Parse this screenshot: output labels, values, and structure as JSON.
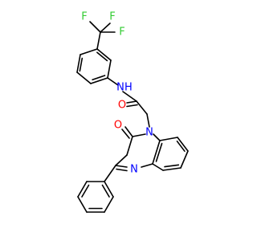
{
  "molecule": {
    "atoms": {
      "F1": {
        "symbol": "F",
        "color": "#33cc33"
      },
      "F2": {
        "symbol": "F",
        "color": "#33cc33"
      },
      "F3": {
        "symbol": "F",
        "color": "#33cc33"
      },
      "NH": {
        "symbol": "N",
        "hydrogen": "H",
        "color": "#0000ff"
      },
      "O_amide": {
        "symbol": "O",
        "color": "#ff0000"
      },
      "O_ring": {
        "symbol": "O",
        "color": "#ff0000"
      },
      "N_ring1": {
        "symbol": "N",
        "color": "#0000ff"
      },
      "N_ring2": {
        "symbol": "N",
        "color": "#0000ff"
      }
    }
  }
}
